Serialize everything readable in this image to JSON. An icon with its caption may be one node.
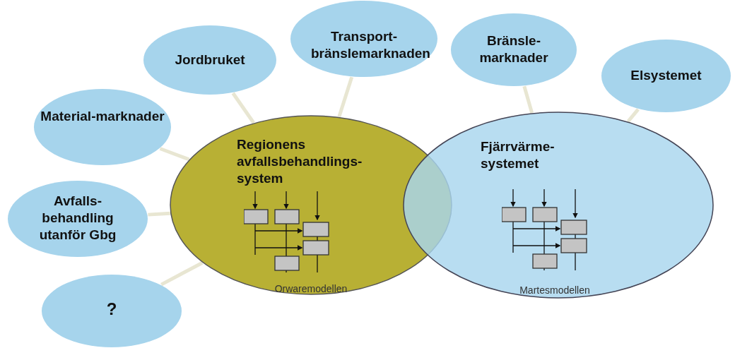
{
  "diagram": {
    "nodes": [
      {
        "text": [
          "Material-marknader"
        ]
      },
      {
        "text": [
          "Jordbruket"
        ]
      },
      {
        "text": [
          "Transport-bränslemarknaden"
        ]
      },
      {
        "text": [
          "Bränsle-marknader"
        ]
      },
      {
        "text": [
          "Elsystemet"
        ]
      },
      {
        "text": [
          "Avfalls-behandling utanför Gbg"
        ]
      },
      {
        "text": [
          "?"
        ]
      },
      {
        "text": [
          "Regionens avfallsbehandlings-system",
          "Orwaremodellen"
        ]
      },
      {
        "text": [
          "Fjärrvärme-systemet",
          "Martesmodellen"
        ]
      }
    ],
    "edges": [
      {
        "from": 0,
        "to": 7,
        "arrow": "none"
      },
      {
        "from": 1,
        "to": 7,
        "arrow": "none"
      },
      {
        "from": 2,
        "to": 7,
        "arrow": "none"
      },
      {
        "from": 3,
        "to": 8,
        "arrow": "none"
      },
      {
        "from": 4,
        "to": 8,
        "arrow": "none"
      },
      {
        "from": 5,
        "to": 7,
        "arrow": "none"
      },
      {
        "from": 6,
        "to": 7,
        "arrow": "none"
      }
    ]
  }
}
